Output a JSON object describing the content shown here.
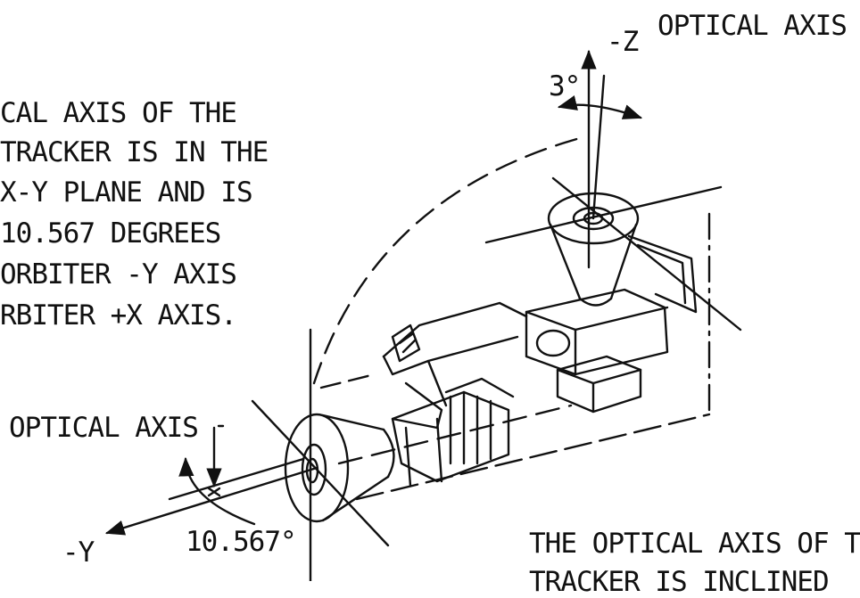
{
  "labels": {
    "top_optical_axis": "OPTICAL AXIS",
    "minus_z": "-Z",
    "angle_top": "3°",
    "left_note_line1": "CAL AXIS OF THE",
    "left_note_line2": "TRACKER IS IN THE",
    "left_note_line3": "X-Y PLANE AND IS",
    "left_note_line4": "10.567 DEGREES",
    "left_note_line5": "ORBITER -Y AXIS",
    "left_note_line6": "RBITER +X AXIS.",
    "left_optical_axis": "OPTICAL AXIS",
    "minus_y": "-Y",
    "angle_left": "10.567°",
    "bottom_note_line1": "THE OPTICAL AXIS OF T",
    "bottom_note_line2": "TRACKER IS INCLINED"
  },
  "colors": {
    "ink": "#111111",
    "paper": "#ffffff"
  }
}
